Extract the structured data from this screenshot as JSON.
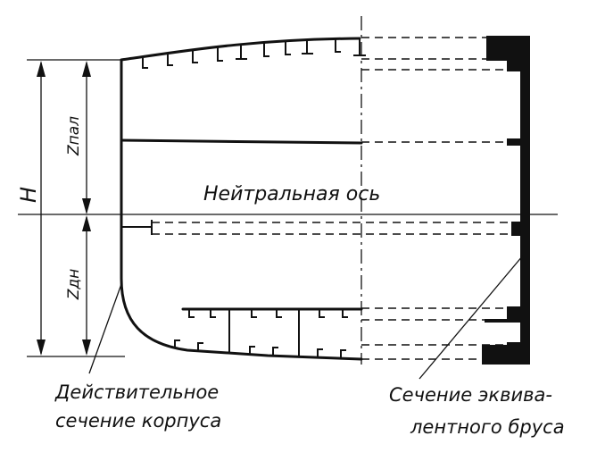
{
  "labels": {
    "height": "H",
    "z_deck": "Zпал",
    "z_bottom": "Zдн",
    "neutral_axis": "Нейтральная ось",
    "actual_section_line1": "Действительное",
    "actual_section_line2": "сечение корпуса",
    "equivalent_beam_line1": "Сечение эквива-",
    "equivalent_beam_line2": "лентного бруса"
  }
}
